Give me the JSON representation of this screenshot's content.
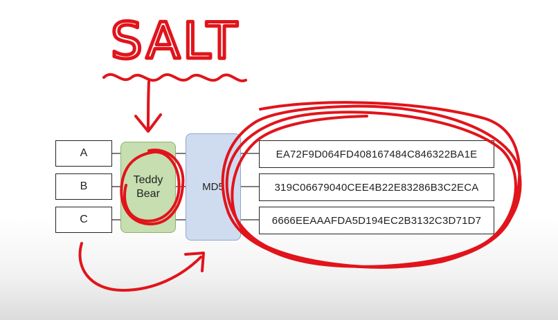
{
  "annotation": {
    "handwritten_label": "SALT",
    "color": "#e1141b"
  },
  "inputs": [
    "A",
    "B",
    "C"
  ],
  "salt": {
    "line1": "Teddy",
    "line2": "Bear",
    "fill": "#c6deb0"
  },
  "hash_function": {
    "label": "MD5",
    "fill": "#cfdcf0"
  },
  "hashes": [
    "EA72F9D064FD408167484C846322BA1E",
    "319C06679040CEE4B22E83286B3C2ECA",
    "6666EEAAAFDA5D194EC2B3132C3D71D7"
  ]
}
